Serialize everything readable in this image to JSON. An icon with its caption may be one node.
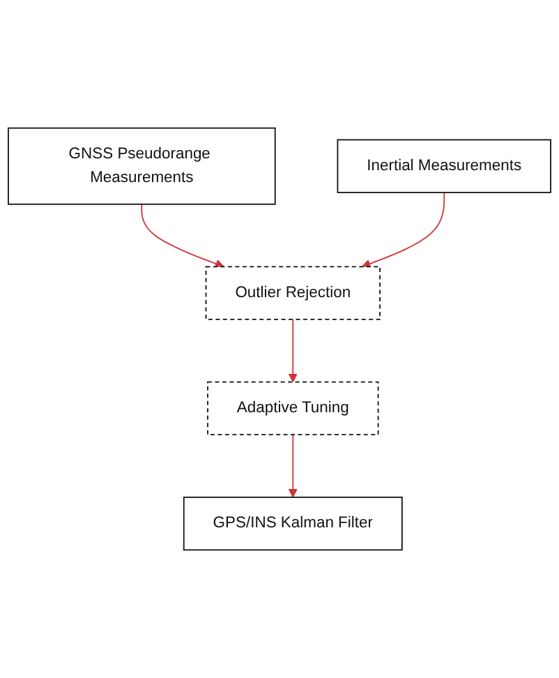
{
  "diagram": {
    "nodes": [
      {
        "text": [
          "GNSS Pseudorange Measurements"
        ]
      },
      {
        "text": [
          "Inertial Measurements"
        ]
      },
      {
        "text": [
          "Outlier Rejection"
        ]
      },
      {
        "text": [
          "Adaptive Tuning"
        ]
      },
      {
        "text": [
          "GPS/INS Kalman Filter"
        ]
      }
    ],
    "edges": [
      {
        "from": 0,
        "to": 2,
        "arrow": "to"
      },
      {
        "from": 1,
        "to": 2,
        "arrow": "to"
      },
      {
        "from": 2,
        "to": 3,
        "arrow": "to"
      },
      {
        "from": 3,
        "to": 4,
        "arrow": "to"
      }
    ]
  }
}
